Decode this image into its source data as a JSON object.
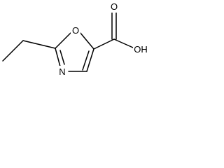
{
  "molecule": {
    "atoms": {
      "ring_oxygen": "O",
      "ring_nitrogen": "N",
      "carbonyl_oxygen": "O",
      "hydroxyl": "OH"
    },
    "colors": {
      "bond": "#000000",
      "label": "#000000",
      "background": "#ffffff"
    }
  }
}
